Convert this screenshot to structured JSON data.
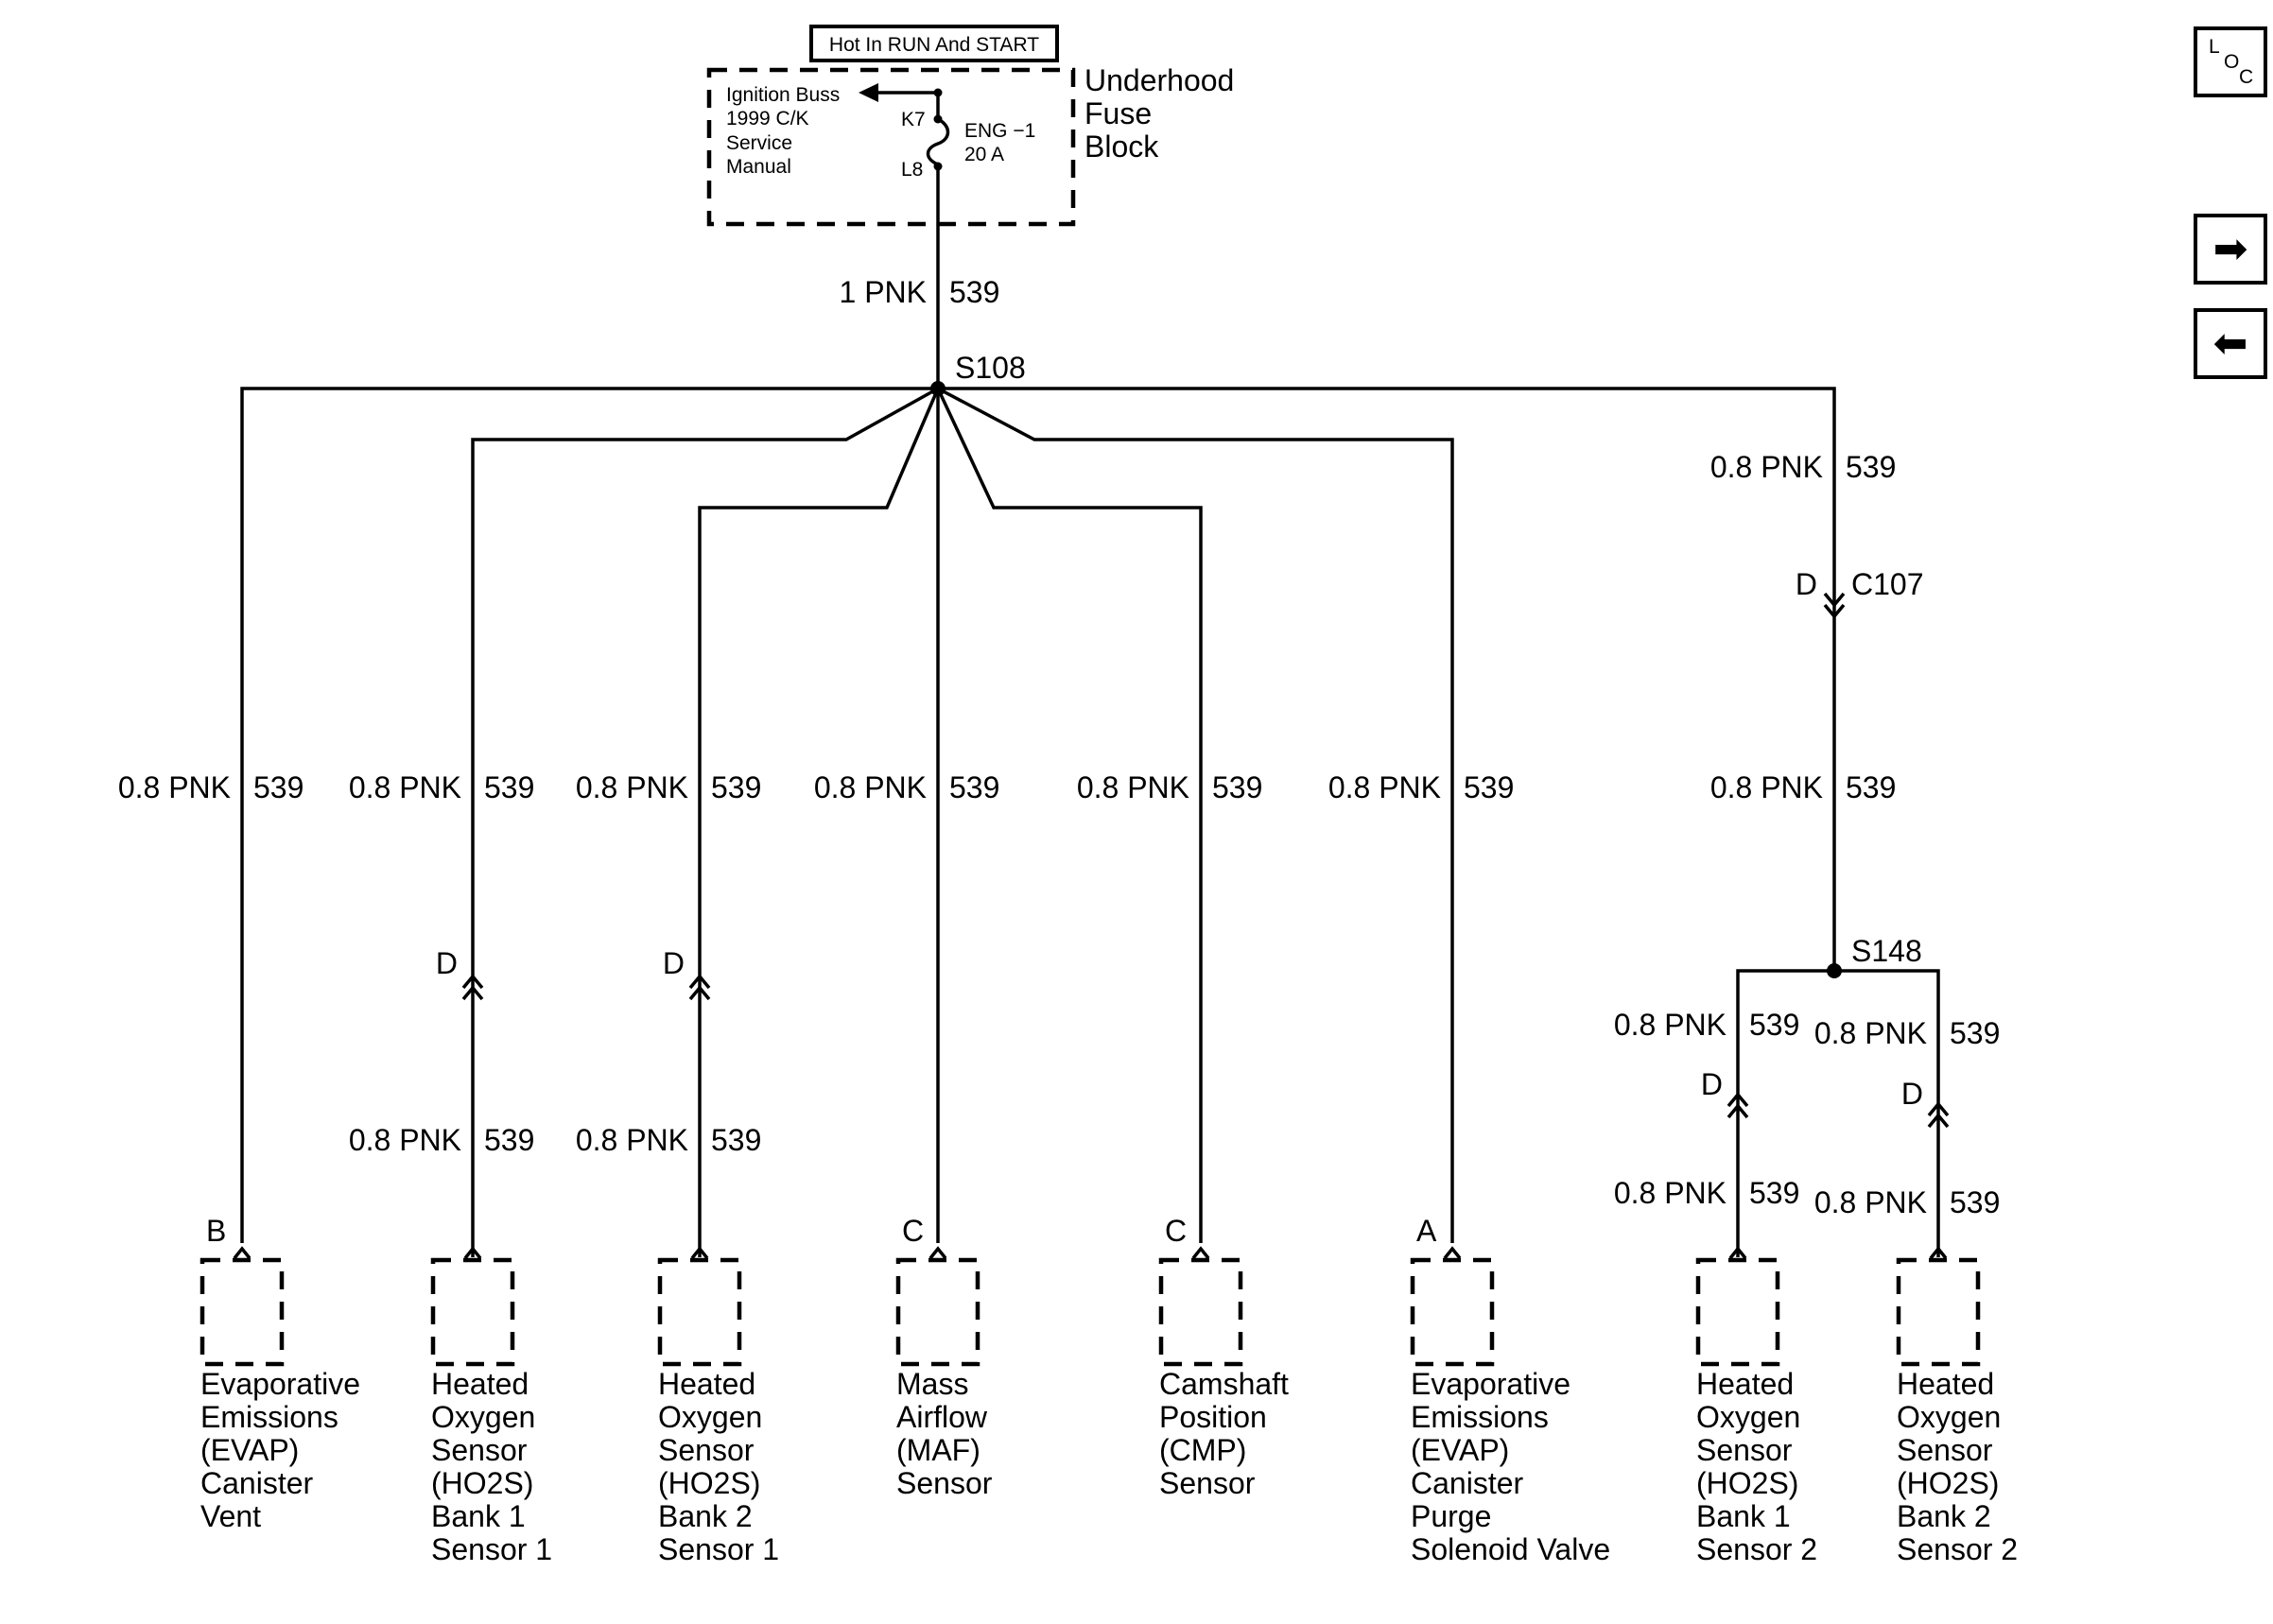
{
  "power_source": {
    "header": "Hot In RUN And START",
    "fuse_block_label": [
      "Underhood",
      "Fuse",
      "Block"
    ],
    "ignition_buss_note": [
      "Ignition Buss",
      "1999 C/K",
      "Service",
      "Manual"
    ],
    "terminal_top": "K7",
    "terminal_bottom": "L8",
    "fuse_name": "ENG −1",
    "fuse_rating": "20 A"
  },
  "main_feed": {
    "gauge_color": "1 PNK",
    "circuit": "539"
  },
  "splices": {
    "main": "S108",
    "secondary": "S148"
  },
  "connector_c107": {
    "pin": "D",
    "name": "C107"
  },
  "wire": {
    "gauge_color": "0.8 PNK",
    "circuit": "539"
  },
  "components": [
    {
      "pin": "B",
      "name": [
        "Evaporative",
        "Emissions",
        "(EVAP)",
        "Canister",
        "Vent"
      ]
    },
    {
      "inline_pin": "D",
      "name": [
        "Heated",
        "Oxygen",
        "Sensor",
        "(HO2S)",
        "Bank 1",
        "Sensor 1"
      ]
    },
    {
      "inline_pin": "D",
      "name": [
        "Heated",
        "Oxygen",
        "Sensor",
        "(HO2S)",
        "Bank 2",
        "Sensor 1"
      ]
    },
    {
      "pin": "C",
      "name": [
        "Mass",
        "Airflow",
        "(MAF)",
        "Sensor"
      ]
    },
    {
      "pin": "C",
      "name": [
        "Camshaft",
        "Position",
        "(CMP)",
        "Sensor"
      ]
    },
    {
      "pin": "A",
      "name": [
        "Evaporative",
        "Emissions",
        "(EVAP)",
        "Canister",
        "Purge",
        "Solenoid Valve"
      ]
    },
    {
      "inline_pin": "D",
      "name": [
        "Heated",
        "Oxygen",
        "Sensor",
        "(HO2S)",
        "Bank 1",
        "Sensor 2"
      ]
    },
    {
      "inline_pin": "D",
      "name": [
        "Heated",
        "Oxygen",
        "Sensor",
        "(HO2S)",
        "Bank 2",
        "Sensor 2"
      ]
    }
  ],
  "nav": {
    "loc_top": "L",
    "loc_mid": "O",
    "loc_bottom": "C",
    "next_glyph": "➡",
    "prev_glyph": "⬅"
  }
}
